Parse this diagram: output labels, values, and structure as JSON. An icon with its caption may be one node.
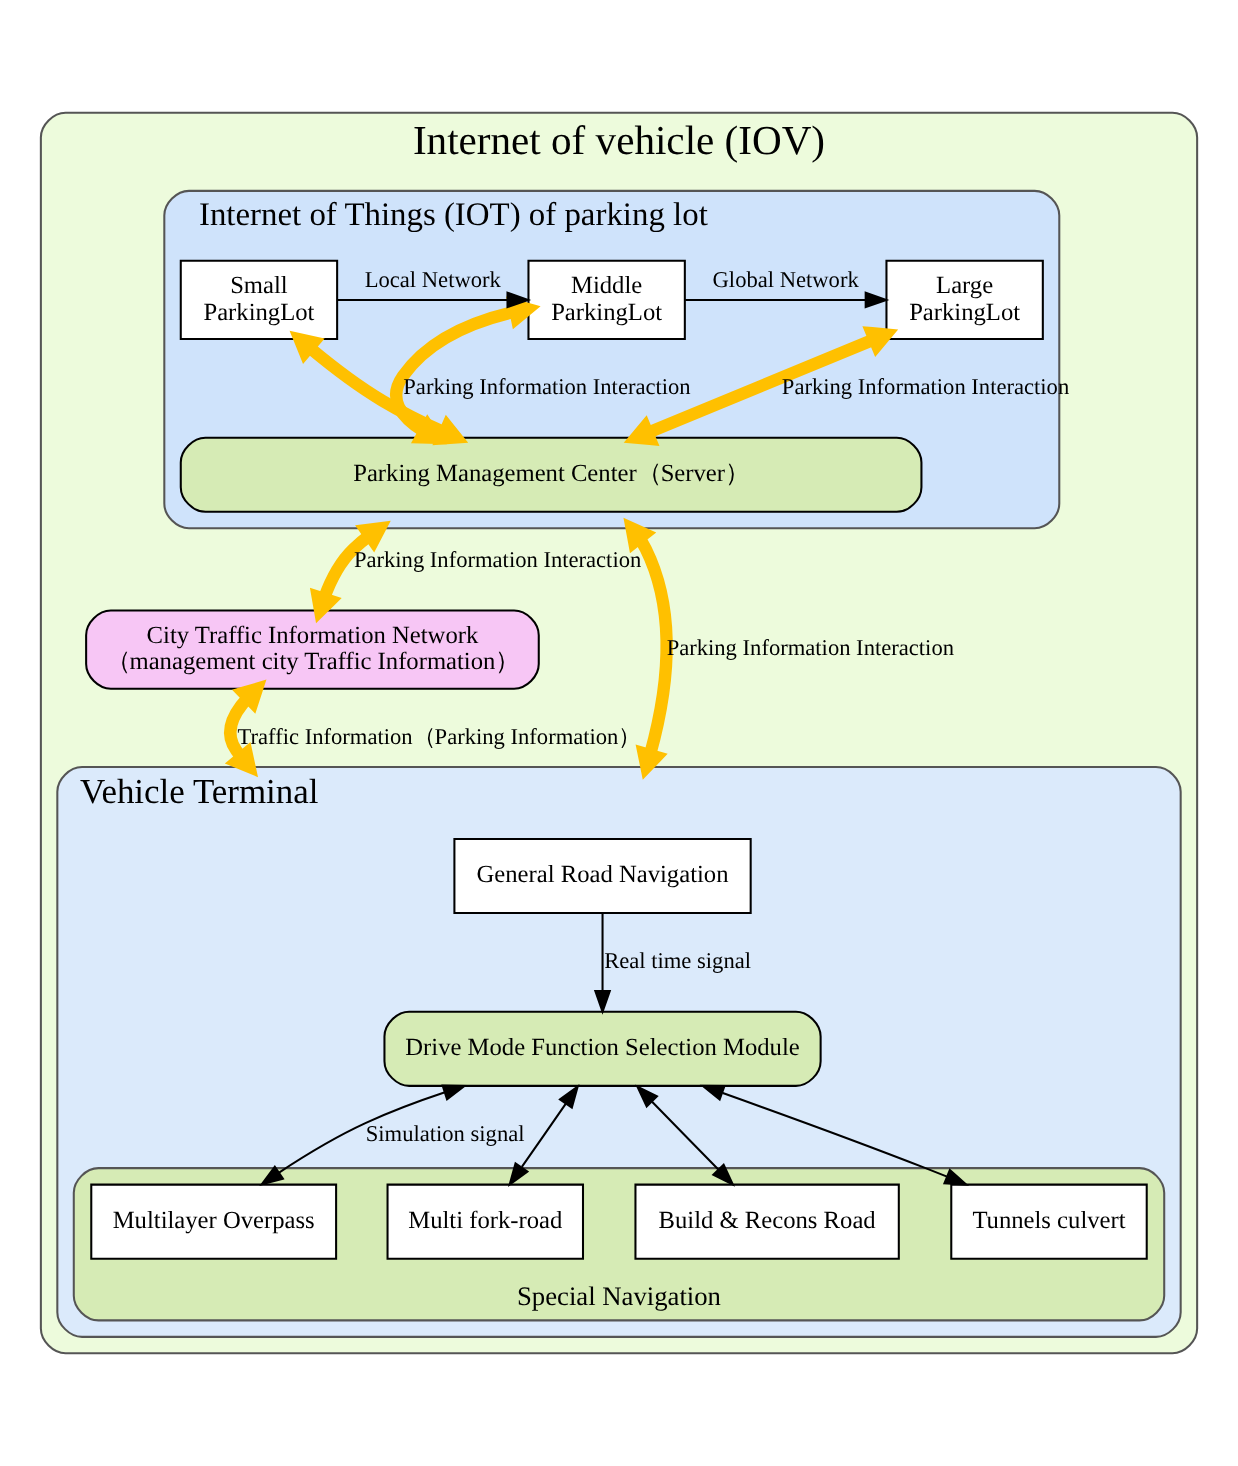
{
  "diagram": {
    "nodes": [
      {
        "text": [
          "Internet of vehicle (IOV)"
        ]
      },
      {
        "text": [
          "Internet of Things (IOT) of parking lot"
        ],
        "in": 0
      },
      {
        "text": [
          "Large",
          "ParkingLot"
        ],
        "in": 1
      },
      {
        "text": [
          "Middle",
          "ParkingLot"
        ],
        "in": 1
      },
      {
        "text": [
          "Small",
          "ParkingLot"
        ],
        "in": 1
      },
      {
        "text": [
          "Parking Management Center（Server）"
        ],
        "in": 1
      },
      {
        "text": [
          "City Traffic Information Network",
          "（management city Traffic Information）"
        ],
        "in": 0
      },
      {
        "text": [
          "Vehicle Terminal"
        ],
        "in": 0
      },
      {
        "text": [
          "Drive Mode Function Selection Module"
        ],
        "in": 7
      },
      {
        "text": [
          "General Road Navigation"
        ],
        "in": 7
      },
      {
        "text": [
          "Special Navigation"
        ],
        "in": 7
      },
      {
        "text": [
          "Multilayer Overpass"
        ],
        "in": 10
      },
      {
        "text": [
          "Multi fork-road"
        ],
        "in": 10
      },
      {
        "text": [
          "Build & Recons Road"
        ],
        "in": 10
      },
      {
        "text": [
          "Tunnels culvert"
        ],
        "in": 10
      }
    ],
    "edges": [
      {
        "from": 3,
        "to": 2,
        "arrow": "to",
        "label": "Global Network"
      },
      {
        "from": 4,
        "to": 3,
        "arrow": "to",
        "label": "Local Network"
      },
      {
        "from": 2,
        "to": 5,
        "arrow": "both",
        "label": "Parking Information Interaction",
        "style": "thick",
        "color": "#ffc000"
      },
      {
        "from": 3,
        "to": 5,
        "arrow": "both",
        "label": "Parking Information Interaction",
        "style": "thick",
        "color": "#ffc000"
      },
      {
        "from": 4,
        "to": 5,
        "arrow": "both",
        "style": "thick",
        "color": "#ffc000"
      },
      {
        "from": 1,
        "to": 6,
        "arrow": "both",
        "label": "Parking Information Interaction",
        "style": "thick",
        "color": "#ffc000"
      },
      {
        "from": 6,
        "to": 7,
        "arrow": "both",
        "label": "Traffic Information（Parking Information）",
        "style": "thick",
        "color": "#ffc000"
      },
      {
        "from": 1,
        "to": 7,
        "arrow": "both",
        "label": "Parking Information Interaction",
        "style": "thick",
        "color": "#ffc000"
      },
      {
        "from": 9,
        "to": 8,
        "arrow": "to",
        "label": "Real time signal"
      },
      {
        "from": 8,
        "to": 11,
        "arrow": "both",
        "label": "Simulation signal"
      },
      {
        "from": 8,
        "to": 12,
        "arrow": "both"
      },
      {
        "from": 8,
        "to": 13,
        "arrow": "both"
      },
      {
        "from": 8,
        "to": 14,
        "arrow": "both"
      }
    ]
  }
}
